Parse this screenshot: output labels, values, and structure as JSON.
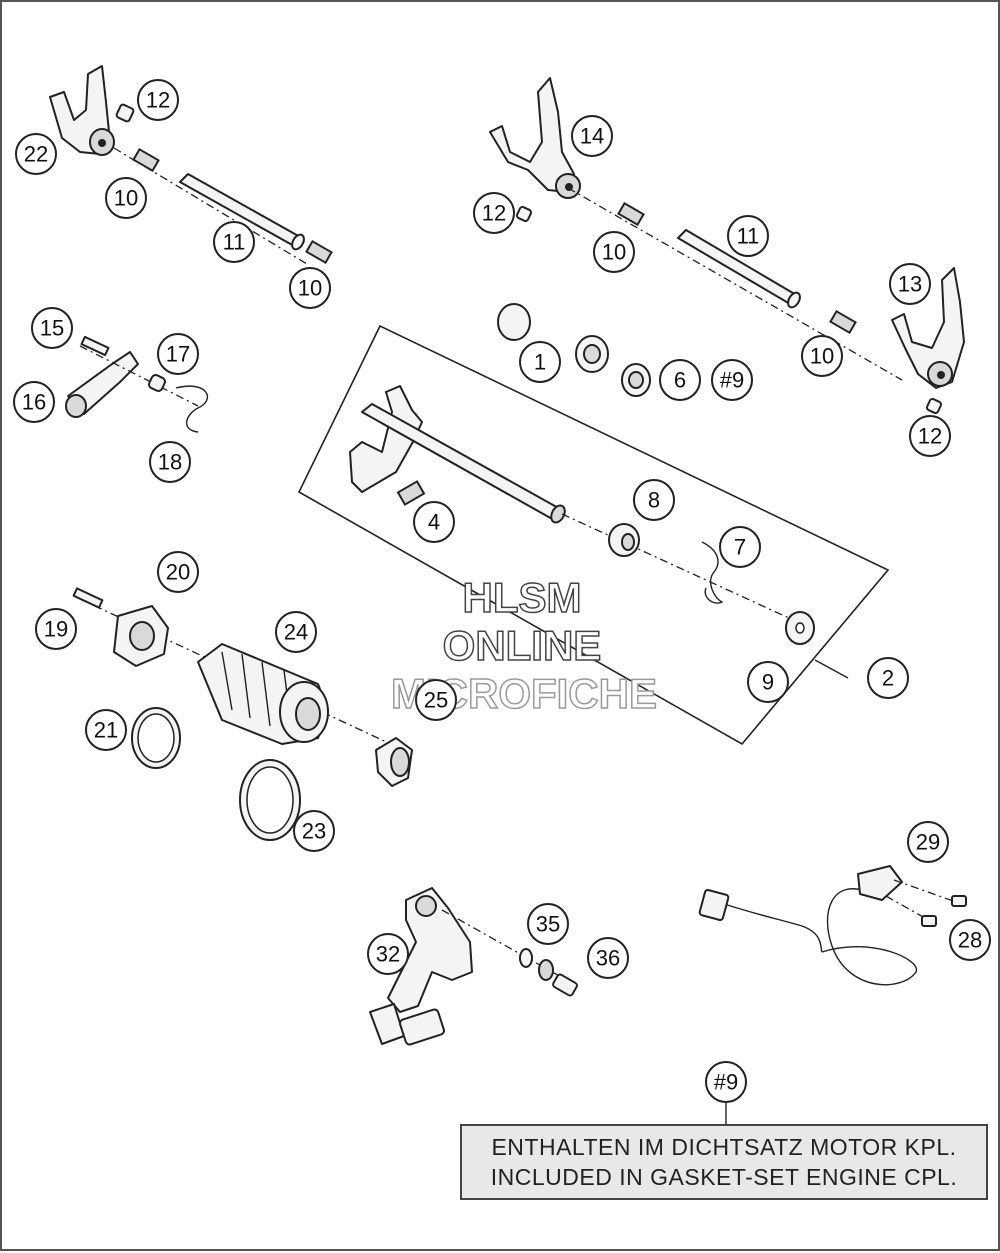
{
  "watermark": {
    "line1": "HLSM",
    "line2": "ONLINE",
    "line3": "MICROFICHE"
  },
  "callouts": {
    "c12a": "12",
    "c22": "22",
    "c10a": "10",
    "c11a": "11",
    "c10b": "10",
    "c14": "14",
    "c12b": "12",
    "c10c": "10",
    "c11b": "11",
    "c13": "13",
    "c10d": "10",
    "c12c": "12",
    "c15": "15",
    "c17": "17",
    "c16": "16",
    "c18": "18",
    "c1": "1",
    "c6": "6",
    "c9ref": "#9",
    "c4": "4",
    "c8": "8",
    "c7": "7",
    "c9": "9",
    "c2": "2",
    "c20": "20",
    "c19": "19",
    "c24": "24",
    "c21": "21",
    "c25": "25",
    "c23": "23",
    "c29": "29",
    "c28": "28",
    "c35": "35",
    "c32": "32",
    "c36": "36",
    "c9note": "#9"
  },
  "note": {
    "line_de": "ENTHALTEN IM DICHTSATZ MOTOR KPL.",
    "line_en": "INCLUDED IN GASKET-SET ENGINE CPL."
  }
}
